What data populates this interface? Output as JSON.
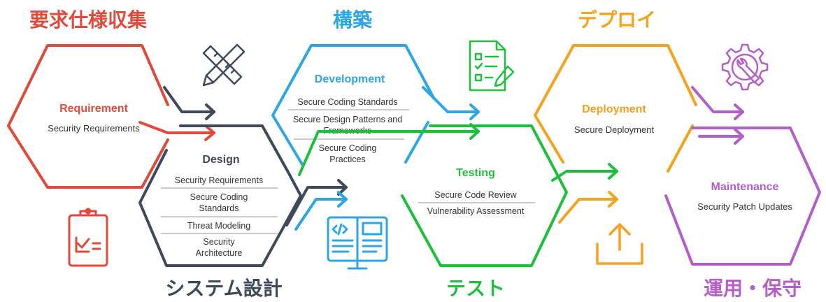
{
  "colors": {
    "requirement": "#e04a3a",
    "design": "#3e4a5b",
    "development": "#2ea6e6",
    "testing": "#1fbf3e",
    "deployment": "#f5a21c",
    "maintenance": "#b45fc9"
  },
  "phases": {
    "requirement": {
      "jp_label": "要求仕様収集",
      "title": "Requirement",
      "items": [
        "Security Requirements"
      ],
      "icon": "clipboard-check-icon"
    },
    "design": {
      "jp_label": "システム設計",
      "title": "Design",
      "items": [
        "Security Requirements",
        "Secure Coding",
        "Standards",
        "Threat Modeling",
        "Security",
        "Architecture"
      ],
      "icon": "pencil-ruler-icon"
    },
    "development": {
      "jp_label": "構築",
      "title": "Development",
      "items": [
        "Secure Coding Standards",
        "Secure Design Patterns and",
        "Frameworks",
        "Secure Coding",
        "Practices"
      ],
      "icon": "code-monitor-icon"
    },
    "testing": {
      "jp_label": "テスト",
      "title": "Testing",
      "items": [
        "Secure Code Review",
        "Vulnerability Assessment"
      ],
      "icon": "checklist-icon"
    },
    "deployment": {
      "jp_label": "デプロイ",
      "title": "Deployment",
      "items": [
        "Secure Deployment"
      ],
      "icon": "upload-icon"
    },
    "maintenance": {
      "jp_label": "運用・保守",
      "title": "Maintenance",
      "items": [
        "Security Patch Updates"
      ],
      "icon": "gear-wrench-icon"
    }
  }
}
